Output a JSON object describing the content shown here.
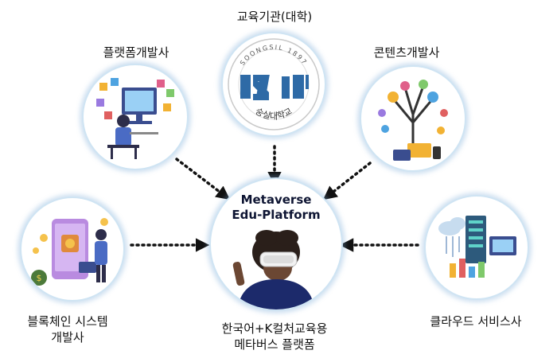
{
  "center": {
    "title_line1": "Metaverse",
    "title_line2": "Edu-Platform",
    "caption_line1": "한국어+K컬처교육용",
    "caption_line2": "메타버스 플랫폼"
  },
  "nodes": {
    "university": {
      "label": "교육기관(대학)",
      "seal_top_text": "SOONGSIL 1897",
      "seal_bottom_text": "숭실대학교"
    },
    "platform_dev": {
      "label": "플랫폼개발사"
    },
    "content_dev": {
      "label": "콘텐츠개발사"
    },
    "blockchain": {
      "label_line1": "블록체인 시스템",
      "label_line2": "개발사"
    },
    "cloud": {
      "label": "클라우드 서비스사"
    }
  },
  "colors": {
    "circle_border": "#cfe4f3",
    "arrow": "#111111",
    "seal_blue": "#2e6aa6",
    "title": "#0e1533"
  }
}
